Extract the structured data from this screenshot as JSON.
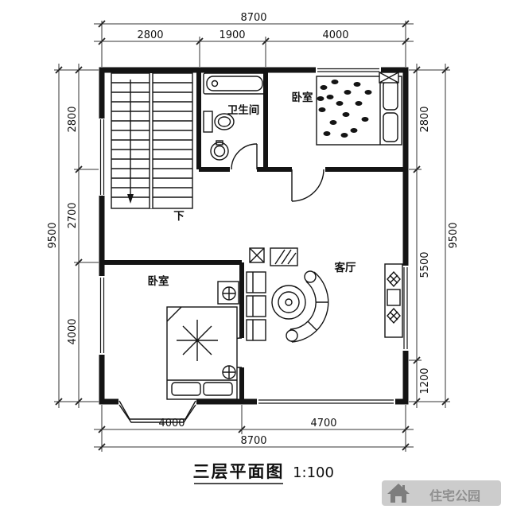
{
  "title": {
    "text": "三层平面图",
    "scale": "1:100"
  },
  "watermark": {
    "text": "住宅公园"
  },
  "rooms": {
    "bedroom_top": "卧室",
    "bathroom": "卫生间",
    "living_room": "客厅",
    "bedroom_bottom": "卧室",
    "stairs_down": "下"
  },
  "dimensions": {
    "top": {
      "total": "8700",
      "segments": [
        "2800",
        "1900",
        "4000"
      ]
    },
    "bottom": {
      "total": "8700",
      "segments": [
        "4000",
        "4700"
      ]
    },
    "left": {
      "total": "9500",
      "segments": [
        "2800",
        "2700",
        "4000"
      ]
    },
    "right": {
      "total": "9500",
      "segments": [
        "2800",
        "5500",
        "1200"
      ]
    }
  },
  "colors": {
    "line": "#141414",
    "background": "#ffffff"
  }
}
